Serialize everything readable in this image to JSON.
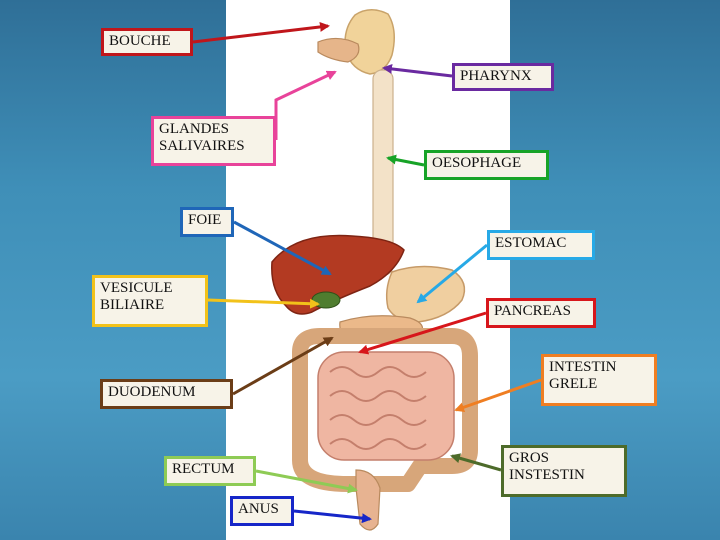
{
  "labels": {
    "bouche": "BOUCHE",
    "pharynx": "PHARYNX",
    "glandes_salivaires": "GLANDES\nSALIVAIRES",
    "oesophage": "OESOPHAGE",
    "foie": "FOIE",
    "estomac": "ESTOMAC",
    "vesicule_biliaire": "VESICULE\nBILIAIRE",
    "pancreas": "PANCREAS",
    "intestin_grele": "INTESTIN\nGRELE",
    "duodenum": "DUODENUM",
    "rectum": "RECTUM",
    "gros_intestin": "GROS\nINSTESTIN",
    "anus": "ANUS"
  },
  "colors": {
    "bouche": "#c0161b",
    "pharynx": "#6a2aa0",
    "glandes_salivaires": "#e8439a",
    "oesophage": "#17a327",
    "foie": "#1f66b8",
    "estomac": "#27a9e6",
    "vesicule_biliaire": "#f2c21a",
    "pancreas": "#d7161b",
    "intestin_grele": "#ef7e22",
    "duodenum": "#6b3d17",
    "rectum": "#8ecb55",
    "gros_intestin": "#4d6b2a",
    "anus": "#1626c8"
  }
}
